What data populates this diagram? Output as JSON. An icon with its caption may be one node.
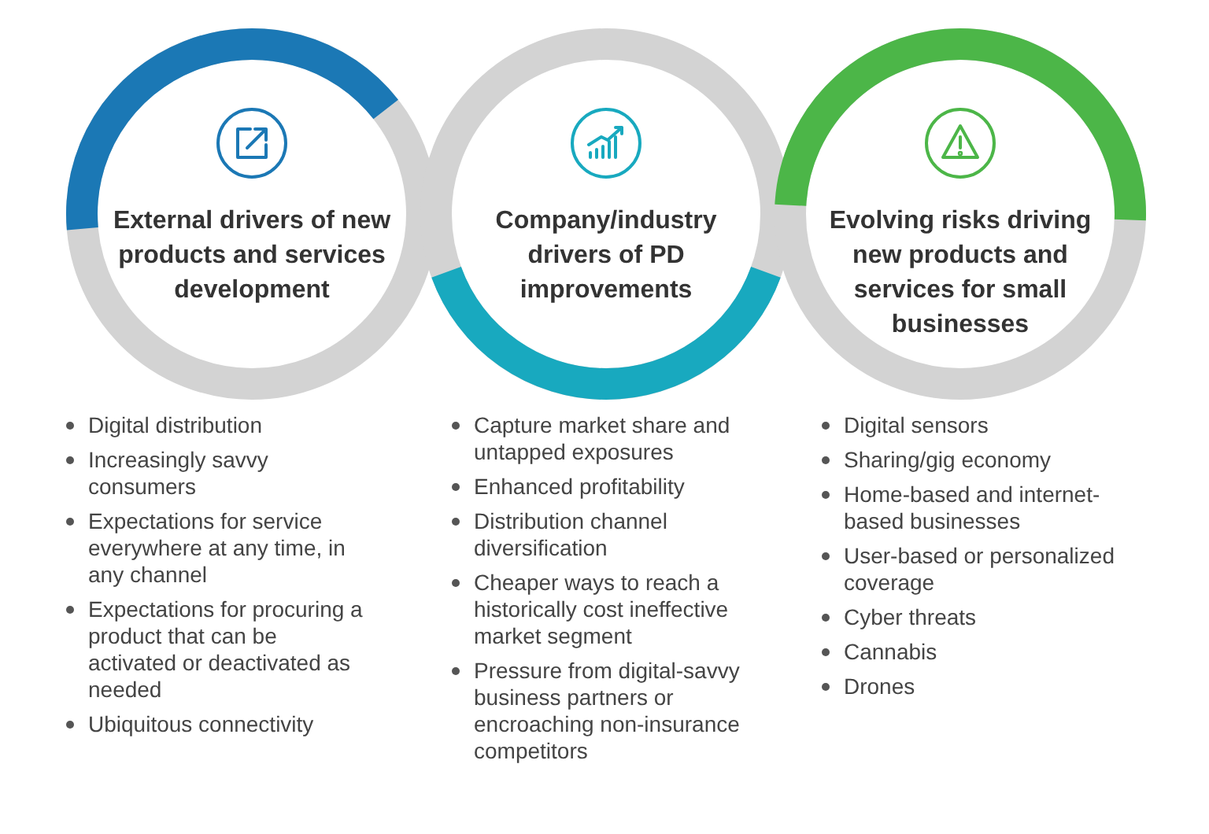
{
  "diagram": {
    "nodes": [
      {
        "text": [
          "External drivers of new products and services development"
        ]
      },
      {
        "text": [
          "Company/industry drivers of PD improvements"
        ]
      },
      {
        "text": [
          "Evolving risks driving new products and services for small businesses"
        ]
      }
    ],
    "labels": [
      "Digital distribution",
      "Increasingly savvy consumers",
      "Expectations for service everywhere at any time, in any channel",
      "Expectations for procuring a product that can be activated or deactivated as needed",
      "Ubiquitous connectivity",
      "Capture market share and untapped exposures",
      "Enhanced profitability",
      "Distribution channel diversification",
      "Cheaper ways to reach a historically cost ineffective market segment",
      "Pressure from digital-savvy business partners or encroaching non-insurance competitors",
      "Digital sensors",
      "Sharing/gig economy",
      "Home-based and internet-based businesses",
      "User-based or personalized coverage",
      "Cyber threats",
      "Cannabis",
      "Drones"
    ]
  }
}
